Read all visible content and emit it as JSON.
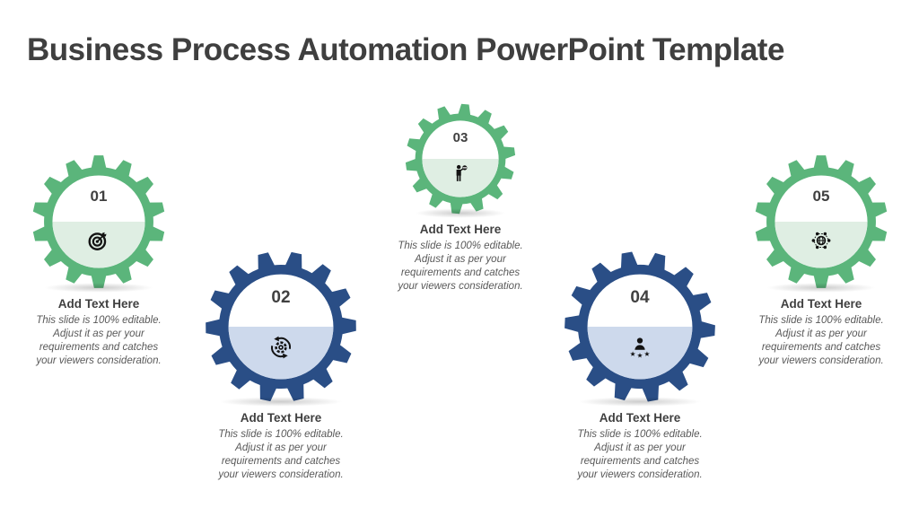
{
  "slide": {
    "title": "Business Process Automation PowerPoint Template"
  },
  "colors": {
    "green": "#5BB57B",
    "green_tint": "#DFEEE3",
    "blue": "#2A4E86",
    "blue_tint": "#CDD9EC",
    "title_text": "#3F3F3F",
    "heading_text": "#404040",
    "body_text": "#595959"
  },
  "items": [
    {
      "number": "01",
      "color": "#5BB57B",
      "tint": "#DFEEE3",
      "icon": "target-dart-icon",
      "heading": "Add Text Here",
      "desc_lines": [
        "This slide is 100% editable.",
        "Adjust it as per your",
        "requirements and catches",
        "your viewers consideration."
      ]
    },
    {
      "number": "02",
      "color": "#2A4E86",
      "tint": "#CDD9EC",
      "icon": "gear-sync-arrows-icon",
      "heading": "Add Text Here",
      "desc_lines": [
        "This slide is 100% editable.",
        "Adjust it as per your",
        "requirements and catches",
        "your viewers consideration."
      ]
    },
    {
      "number": "03",
      "color": "#5BB57B",
      "tint": "#DFEEE3",
      "icon": "businessman-sign-icon",
      "heading": "Add Text Here",
      "desc_lines": [
        "This slide is 100% editable.",
        "Adjust it as per your",
        "requirements and catches",
        "your viewers consideration."
      ]
    },
    {
      "number": "04",
      "color": "#2A4E86",
      "tint": "#CDD9EC",
      "icon": "person-rating-stars-icon",
      "heading": "Add Text Here",
      "desc_lines": [
        "This slide is 100% editable.",
        "Adjust it as per your",
        "requirements and catches",
        "your viewers consideration."
      ]
    },
    {
      "number": "05",
      "color": "#5BB57B",
      "tint": "#DFEEE3",
      "icon": "globe-network-icon",
      "heading": "Add Text Here",
      "desc_lines": [
        "This slide is 100% editable.",
        "Adjust it as per your",
        "requirements and catches",
        "your viewers consideration."
      ]
    }
  ]
}
